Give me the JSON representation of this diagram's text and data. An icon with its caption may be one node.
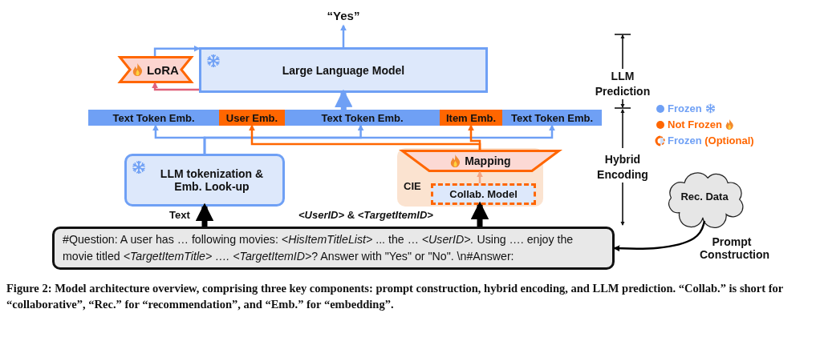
{
  "diagram": {
    "caption": "Figure 2: Model architecture overview, comprising three key components: prompt construction, hybrid encoding, and LLM prediction. “Collab.” is short for “collaborative”, “Rec.” for “recommendation”, and “Emb.” for “embedding”.",
    "nodes": [
      {
        "text": [
          "Large Language Model"
        ]
      },
      {
        "text": [
          "LoRA"
        ]
      },
      {
        "text": [
          "“Yes”"
        ]
      },
      {
        "text": [
          "Text Token Emb."
        ]
      },
      {
        "text": [
          "User Emb."
        ]
      },
      {
        "text": [
          "Text Token Emb."
        ]
      },
      {
        "text": [
          "Item Emb."
        ]
      },
      {
        "text": [
          "Text Token Emb."
        ]
      },
      {
        "text": [
          "LLM tokenization & Emb. Look-up"
        ]
      },
      {
        "text": [
          "CIE"
        ]
      },
      {
        "text": [
          "Mapping"
        ],
        "in": 9
      },
      {
        "text": [
          "Collab. Model"
        ],
        "in": 9
      },
      {
        "text": [
          "#Question: A user has … following movies: *<HisItemTitleList>* ... the … *<UserID>.* Using …. enjoy the movie titled *<TargetItemTitle> …. <TargetItemID>*? Answer with \"Yes\" or \"No\".  \\n#Answer:"
        ]
      },
      {
        "text": [
          "Rec. Data"
        ]
      }
    ],
    "edges": [
      {
        "from": 0,
        "to": 2,
        "arrow": "to"
      },
      {
        "from": 0,
        "to": 1,
        "arrow": "to",
        "color": "#e0607a"
      },
      {
        "from": 1,
        "to": 0,
        "arrow": "to"
      },
      {
        "from": 5,
        "to": 0,
        "arrow": "to",
        "style": "thick"
      },
      {
        "from": 8,
        "to": 3,
        "arrow": "to"
      },
      {
        "from": 8,
        "to": 5,
        "arrow": "to"
      },
      {
        "from": 8,
        "to": 7,
        "arrow": "to"
      },
      {
        "from": 10,
        "to": 4,
        "arrow": "to",
        "color": "#ff6600"
      },
      {
        "from": 10,
        "to": 6,
        "arrow": "to",
        "color": "#ff6600"
      },
      {
        "from": 11,
        "to": 10,
        "arrow": "to",
        "color": "#f4a582"
      },
      {
        "from": 12,
        "to": 8,
        "arrow": "to",
        "label": "Text",
        "style": "thick",
        "color": "#000000"
      },
      {
        "from": 12,
        "to": 11,
        "arrow": "to",
        "label": "*<UserID>*  &  *<TargetItemID>*",
        "style": "thick",
        "color": "#000000"
      },
      {
        "from": 13,
        "to": 12,
        "arrow": "to",
        "label": "Prompt Construction",
        "color": "#000000"
      }
    ],
    "labels": [
      "LLM Prediction",
      "Hybrid Encoding"
    ],
    "legend": [
      {
        "text": "Frozen",
        "color": "#6fa0f5"
      },
      {
        "text": "Not Frozen",
        "color": "#ff6600"
      },
      {
        "text": "Frozen (Optional)"
      }
    ]
  }
}
